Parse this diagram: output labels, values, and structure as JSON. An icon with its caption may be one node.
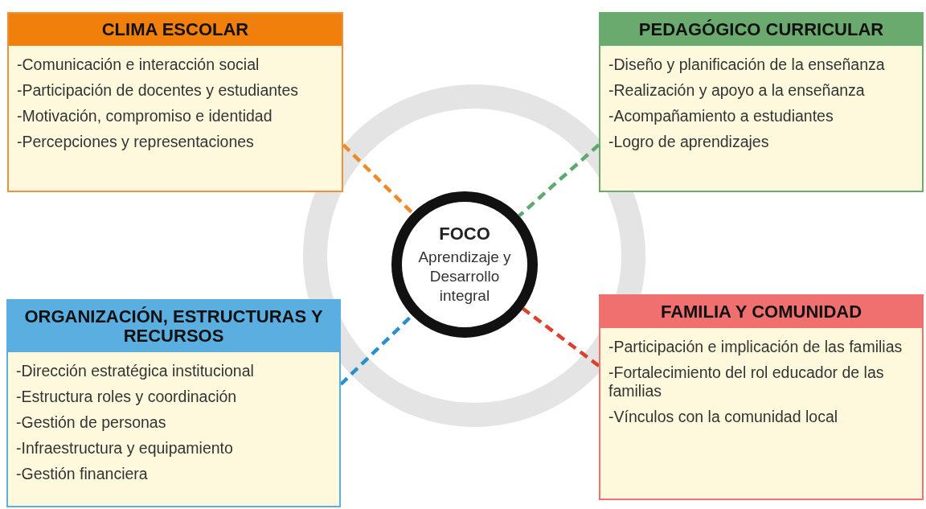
{
  "diagram": {
    "nodes": [
      {
        "text": [
          "CLIMA ESCOLAR",
          "-Comunicación e interacción social",
          "-Participación de docentes y estudiantes",
          "-Motivación, compromiso e identidad",
          "-Percepciones y representaciones"
        ]
      },
      {
        "text": [
          "PEDAGÓGICO CURRICULAR",
          "-Diseño y planificación de la enseñanza",
          "-Realización y apoyo a la enseñanza",
          "-Acompañamiento a estudiantes",
          "-Logro de aprendizajes"
        ]
      },
      {
        "text": [
          "FOCO",
          "Aprendizaje y Desarrollo integral"
        ]
      },
      {
        "text": [
          "ORGANIZACIÓN, ESTRUCTURAS Y RECURSOS",
          "-Dirección estratégica institucional",
          "-Estructura roles y coordinación",
          "-Gestión de personas",
          "-Infraestructura y equipamiento",
          "-Gestión financiera"
        ]
      },
      {
        "text": [
          "FAMILIA Y COMUNIDAD",
          "-Participación e implicación de las familias",
          "-Fortalecimiento del rol educador de las familias",
          "-Vínculos con la comunidad local"
        ]
      }
    ],
    "edges": [
      {
        "from": 0,
        "to": 2,
        "arrow": "none",
        "style": "dashed",
        "color": "#f08a24"
      },
      {
        "from": 1,
        "to": 2,
        "arrow": "none",
        "style": "dashed",
        "color": "#5fa870"
      },
      {
        "from": 3,
        "to": 2,
        "arrow": "none",
        "style": "dashed",
        "color": "#2a90cc"
      },
      {
        "from": 4,
        "to": 2,
        "arrow": "none",
        "style": "dashed",
        "color": "#d9412e"
      }
    ]
  }
}
